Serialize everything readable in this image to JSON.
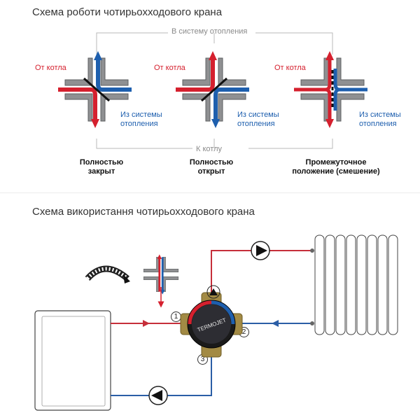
{
  "section1": {
    "title": "Схема роботи чотирьохходового крана",
    "to_system": "В систему отопления",
    "to_boiler": "К котлу",
    "from_boiler": "От котла",
    "from_system_line1": "Из системы",
    "from_system_line2": "отопления",
    "states": [
      {
        "line1": "Полностью",
        "line2": "закрыт"
      },
      {
        "line1": "Полностью",
        "line2": "открыт"
      },
      {
        "line1": "Промежуточное",
        "line2": "положение (смешение)"
      }
    ]
  },
  "section2": {
    "title": "Схема використання чотирьохходового крана",
    "ports": [
      "1",
      "2",
      "3"
    ],
    "valve_brand": "TERMOJET"
  },
  "colors": {
    "hot": "#d5202e",
    "cold": "#1e5fae",
    "body": "#8f9092",
    "accent_black": "#111111"
  },
  "icons": [
    "valve-cross-icon",
    "pump-icon",
    "radiator-icon",
    "boiler-icon",
    "handle-scale-icon",
    "flow-arrow-icon"
  ]
}
